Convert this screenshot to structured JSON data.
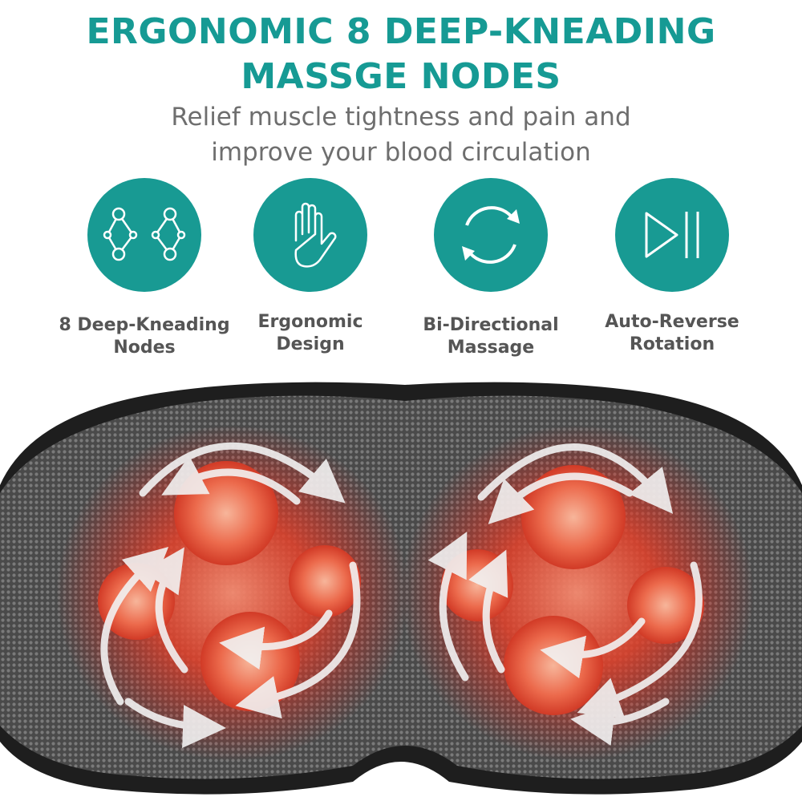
{
  "headline": {
    "line1": "ERGONOMIC 8 DEEP-KNEADING",
    "line2": "MASSGE NODES"
  },
  "subheadline": {
    "line1": "Relief muscle tightness and pain and",
    "line2": "improve your blood circulation"
  },
  "features": [
    {
      "icon": "nodes-icon",
      "label_line1": "8 Deep-Kneading",
      "label_line2": "Nodes"
    },
    {
      "icon": "hand-icon",
      "label_line1": "Ergonomic",
      "label_line2": "Design"
    },
    {
      "icon": "circular-arrows-icon",
      "label_line1": "Bi-Directional",
      "label_line2": "Massage"
    },
    {
      "icon": "play-pause-icon",
      "label_line1": "Auto-Reverse",
      "label_line2": "Rotation"
    }
  ],
  "colors": {
    "accent": "#169a94",
    "subtitle": "#6e6e6e",
    "label": "#555555",
    "node_glow": "#e0301e",
    "device_body": "#3a3a3a"
  }
}
